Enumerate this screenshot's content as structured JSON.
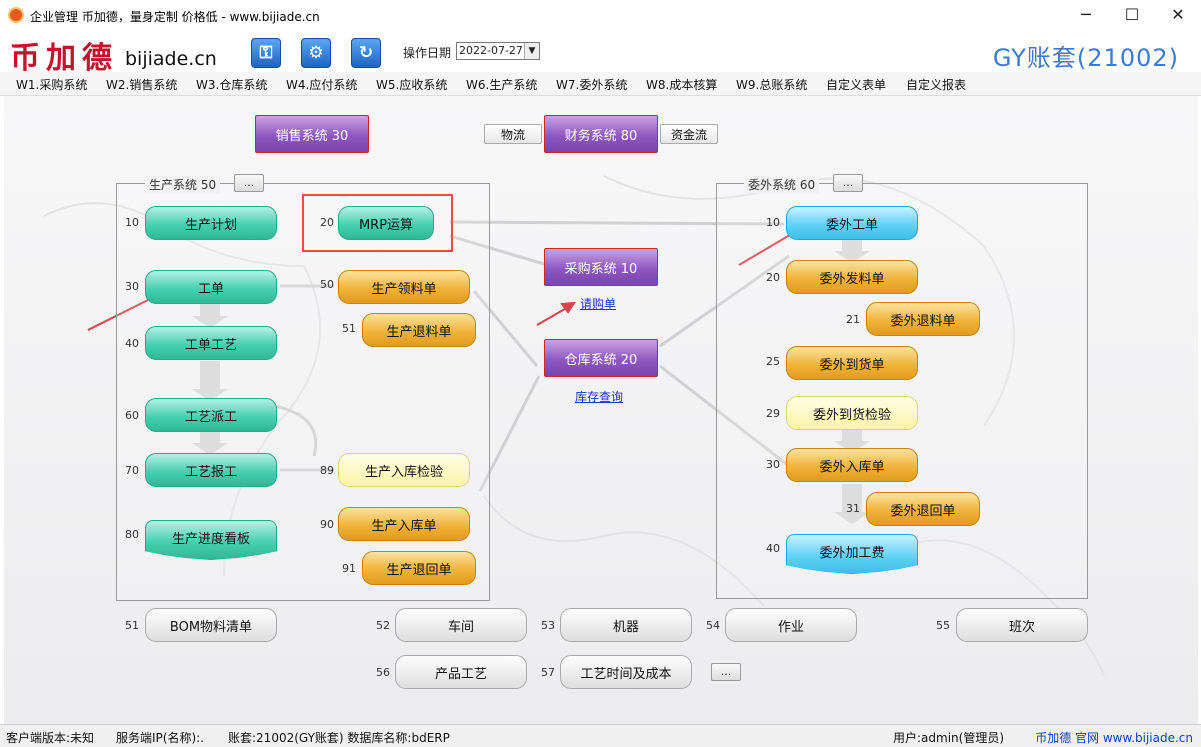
{
  "window": {
    "title": "企业管理 币加德，量身定制 价格低 - www.bijiade.cn",
    "minimize": "─",
    "maximize": "☐",
    "close": "✕"
  },
  "logo": {
    "cn": "币加德",
    "url": "bijiade.cn"
  },
  "toolbar": {
    "icons": [
      "key-icon",
      "gear-icon",
      "refresh-icon"
    ],
    "date_label": "操作日期",
    "date_value": "2022-07-27",
    "account": "GY账套(21002)"
  },
  "menu": [
    "W1.采购系统",
    "W2.销售系统",
    "W3.仓库系统",
    "W4.应付系统",
    "W5.应收系统",
    "W6.生产系统",
    "W7.委外系统",
    "W8.成本核算",
    "W9.总账系统",
    "自定义表单",
    "自定义报表"
  ],
  "top": {
    "sales": "销售系统 30",
    "finance": "财务系统 80",
    "wuliu": "物流",
    "zijinliu": "资金流",
    "purchase": "采购系统 10",
    "qinggou": "请购单",
    "warehouse": "仓库系统 20",
    "kucun": "库存查询"
  },
  "production": {
    "title": "生产系统 50",
    "dots": "...",
    "n10": "10",
    "plan": "生产计划",
    "n20": "20",
    "mrp": "MRP运算",
    "n30": "30",
    "workorder": "工单",
    "n50": "50",
    "picking": "生产领料单",
    "n51": "51",
    "return_mat": "生产退料单",
    "n40": "40",
    "process": "工单工艺",
    "n60": "60",
    "dispatch": "工艺派工",
    "n70": "70",
    "report": "工艺报工",
    "n89": "89",
    "inspect": "生产入库检验",
    "n90": "90",
    "instock": "生产入库单",
    "n80": "80",
    "board": "生产进度看板",
    "n91": "91",
    "returnslip": "生产退回单"
  },
  "outsource": {
    "title": "委外系统 60",
    "dots": "...",
    "n10": "10",
    "order": "委外工单",
    "n20": "20",
    "issue": "委外发料单",
    "n21": "21",
    "ret": "委外退料单",
    "n25": "25",
    "arrival": "委外到货单",
    "n29": "29",
    "check": "委外到货检验",
    "n30": "30",
    "instock": "委外入库单",
    "n31": "31",
    "back": "委外退回单",
    "n40": "40",
    "fee": "委外加工费"
  },
  "bottom": {
    "n51": "51",
    "bom": "BOM物料清单",
    "n52": "52",
    "workshop": "车间",
    "n53": "53",
    "machine": "机器",
    "n54": "54",
    "operation": "作业",
    "n55": "55",
    "shift": "班次",
    "n56": "56",
    "routing": "产品工艺",
    "n57": "57",
    "timecost": "工艺时间及成本",
    "dots": "..."
  },
  "status": {
    "client": "客户端版本:未知",
    "server": "服务端IP(名称):.",
    "account": "账套:21002(GY账套) 数据库名称:bdERP",
    "user": "用户:admin(管理员)",
    "links": "币加德 官网  www.bijiade.cn"
  }
}
